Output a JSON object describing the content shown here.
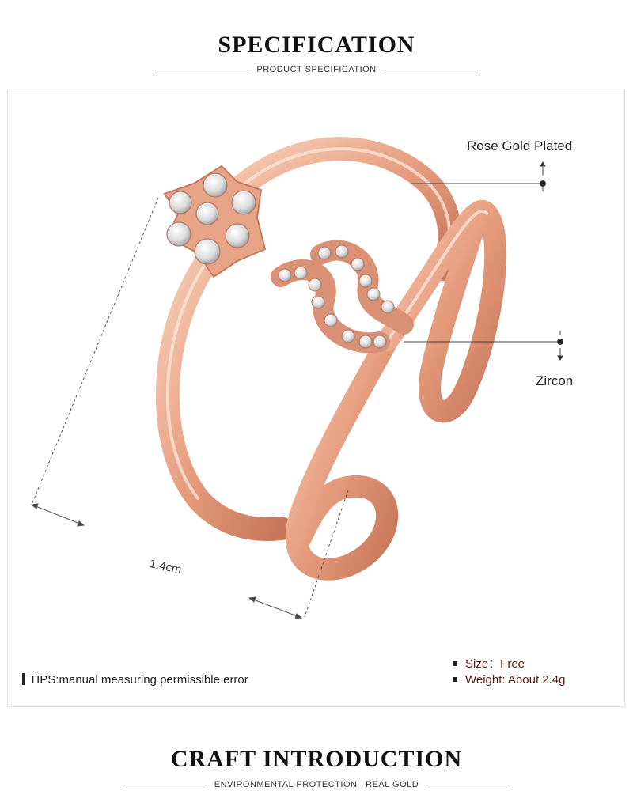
{
  "spec_header": {
    "title": "SPECIFICATION",
    "subtitle": "PRODUCT SPECIFICATION"
  },
  "callouts": {
    "material": "Rose Gold Plated",
    "stone": "Zircon"
  },
  "measurement": {
    "label": "1.4cm"
  },
  "tips": {
    "text": "TIPS:manual measuring permissible error"
  },
  "specs": {
    "size": "Size：Free",
    "weight": "Weight: About 2.4g"
  },
  "craft_header": {
    "title": "CRAFT INTRODUCTION",
    "subtitle": "ENVIRONMENTAL PROTECTION   REAL GOLD"
  },
  "colors": {
    "rose_gold": "#e8a688",
    "rose_gold_dark": "#c97a5c",
    "rose_gold_light": "#f6d3c2",
    "spec_text": "#5a1a12"
  }
}
